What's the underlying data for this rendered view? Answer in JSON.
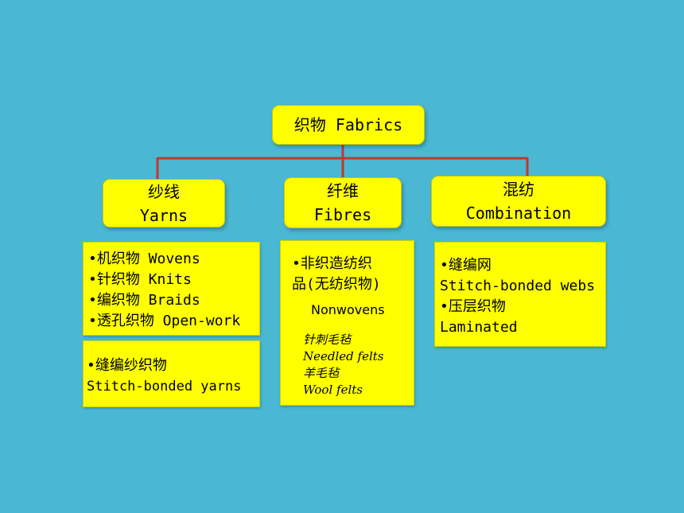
{
  "root": {
    "label": "织物 Fabrics"
  },
  "categories": [
    {
      "zh": "纱线",
      "en": "Yarns"
    },
    {
      "zh": "纤维",
      "en": "Fibres"
    },
    {
      "zh": "混纺",
      "en": "Combination"
    }
  ],
  "yarns_list": [
    "•机织物 Wovens",
    "•针织物 Knits",
    "•编织物 Braids",
    "•透孔织物 Open-work"
  ],
  "yarns_extra": {
    "title": "•缝编纱织物",
    "subtitle": "Stitch-bonded yarns"
  },
  "fibres_box": {
    "title_line1": "•非织造纺织",
    "title_line2": "品(无纺织物)",
    "english": "Nonwovens",
    "items": [
      "针刺毛毡",
      "Needled felts",
      "羊毛毡",
      "Wool felts"
    ]
  },
  "combination_box": {
    "lines": [
      "•缝编网",
      "Stitch-bonded webs",
      "•压层织物",
      "Laminated"
    ]
  },
  "colors": {
    "background": "#4ab8d3",
    "box_fill": "#ffff00",
    "connector": "#c0392b"
  }
}
